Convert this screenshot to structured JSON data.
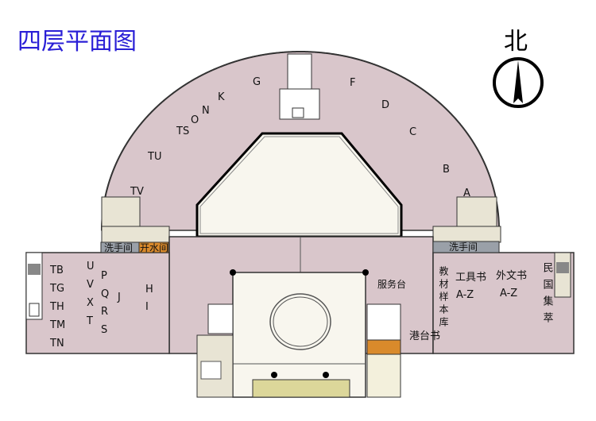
{
  "title": "四层平面图",
  "compass": {
    "label": "北"
  },
  "arc_labels": [
    "G",
    "F",
    "D",
    "C",
    "B",
    "A",
    "K",
    "O",
    "N",
    "TS",
    "TU",
    "TV"
  ],
  "rooms": {
    "washroom_left": "洗手间",
    "water_room": "开水间",
    "washroom_right": "洗手间",
    "service_desk": "服务台",
    "hk_tw_books": "港台书",
    "textbook_samples": "教材样本库",
    "reference_books": "工具书",
    "reference_range": "A-Z",
    "foreign_books": "外文书",
    "foreign_range": "A-Z",
    "republic_collection": "民国集萃"
  },
  "left_wing_labels": [
    "TB",
    "TG",
    "TH",
    "TM",
    "TN",
    "U",
    "V",
    "X",
    "T",
    "P",
    "Q",
    "R",
    "S",
    "J",
    "H",
    "I"
  ],
  "colors": {
    "floor": "#d9c6cb",
    "atrium": "#f8f6ee",
    "stairs": "#e8e4d4",
    "wash": "#9aa0a8",
    "water": "#d98a2b",
    "desk": "#dcd79a",
    "title": "#2a1fd6"
  }
}
